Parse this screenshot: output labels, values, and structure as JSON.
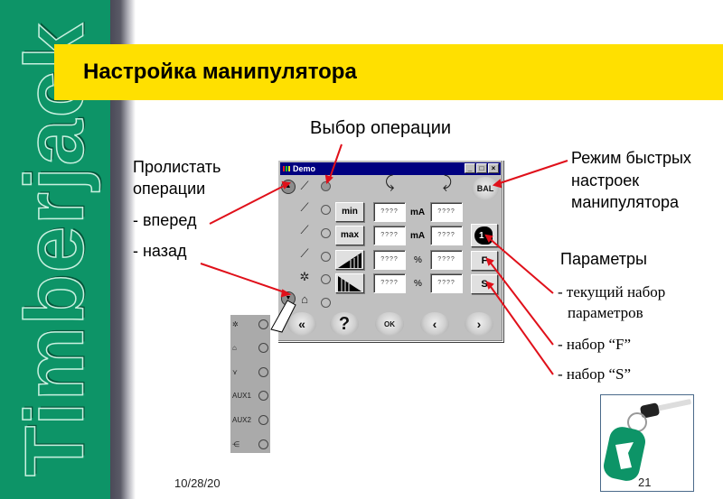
{
  "brand": {
    "name": "Timberjack",
    "color": "#0d9467"
  },
  "slide": {
    "title": "Настройка манипулятора",
    "title_bg": "#ffe000",
    "date": "10/28/20",
    "page_number": "21"
  },
  "annotations": {
    "select_operation": "Выбор операции",
    "scroll_title_line1": "Пролистать",
    "scroll_title_line2": "операции",
    "scroll_forward": "- вперед",
    "scroll_back": "- назад",
    "quick_mode_line1": "Режим быстрых",
    "quick_mode_line2": "настроек",
    "quick_mode_line3": "манипулятора",
    "params_title": "Параметры",
    "params_current_line1": "- текущий набор",
    "params_current_line2": "параметров",
    "params_set_f": "- набор “F”",
    "params_set_s": "- набор “S”",
    "arrow_color": "#e0101a"
  },
  "window": {
    "title": "Demo",
    "controls": {
      "minimize": "_",
      "maximize": "□",
      "close": "×"
    },
    "header_icons": [
      "boom-rotate-left-icon",
      "boom-rotate-right-icon"
    ],
    "bal_label": "BAL",
    "rows": [
      {
        "op_icon": "crane-op-1-icon",
        "selected": true
      },
      {
        "op_icon": "crane-op-2-icon",
        "selected": false,
        "button": "min",
        "value1": "????",
        "unit": "mA",
        "value2": "????"
      },
      {
        "op_icon": "crane-op-3-icon",
        "selected": false,
        "button": "max",
        "value1": "????",
        "unit": "mA",
        "value2": "????"
      },
      {
        "op_icon": "crane-op-4-icon",
        "selected": false,
        "button": "ramp-up-icon",
        "value1": "????",
        "unit": "%",
        "value2": "????"
      },
      {
        "op_icon": "crane-op-5-icon",
        "selected": false,
        "button": "ramp-down-icon",
        "value1": "????",
        "unit": "%",
        "value2": "????"
      },
      {
        "op_icon": "crane-op-6-icon",
        "selected": false
      }
    ],
    "param_sets": {
      "current": "1",
      "f": "F",
      "s": "S"
    },
    "bottom_buttons": [
      "«",
      "?",
      "OK",
      "‹",
      "›"
    ]
  },
  "op_list": {
    "items": [
      {
        "label": "",
        "icon": "rotator-icon"
      },
      {
        "label": "",
        "icon": "grapple-icon"
      },
      {
        "label": "",
        "icon": "saw-icon"
      },
      {
        "label": "AUX1",
        "icon": ""
      },
      {
        "label": "AUX2",
        "icon": ""
      },
      {
        "label": "",
        "icon": "extension-icon"
      }
    ]
  }
}
